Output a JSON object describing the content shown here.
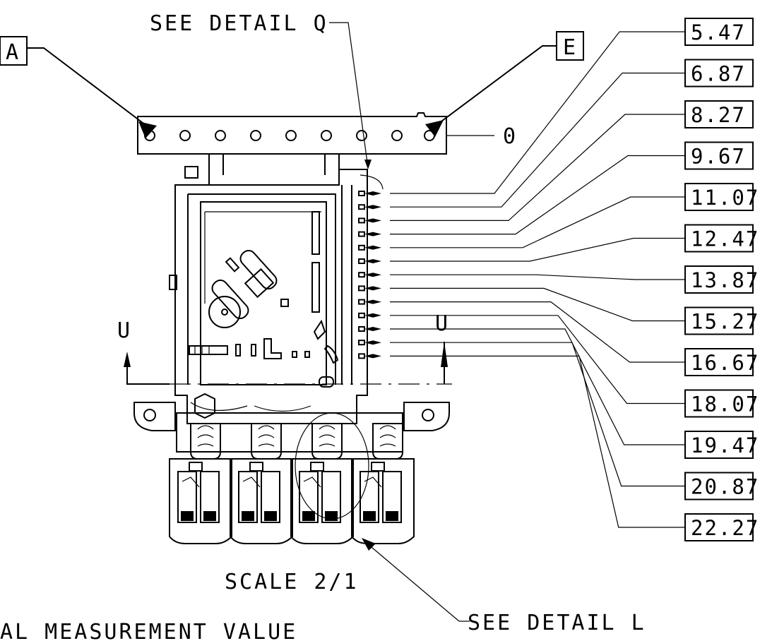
{
  "labels": {
    "see_detail_q": "SEE DETAIL  Q",
    "see_detail_l": "SEE DETAIL  L",
    "scale": "SCALE  2/1",
    "bottom_note": "AL MEASUREMENT VALUE",
    "view_marker_left": "U",
    "view_marker_right": "U",
    "row_end_label": "0",
    "box_a": "A",
    "box_e": "E"
  },
  "dimensions": [
    "5.47",
    "6.87",
    "8.27",
    "9.67",
    "11.07",
    "12.47",
    "13.87",
    "15.27",
    "16.67",
    "18.07",
    "19.47",
    "20.87",
    "22.27"
  ]
}
